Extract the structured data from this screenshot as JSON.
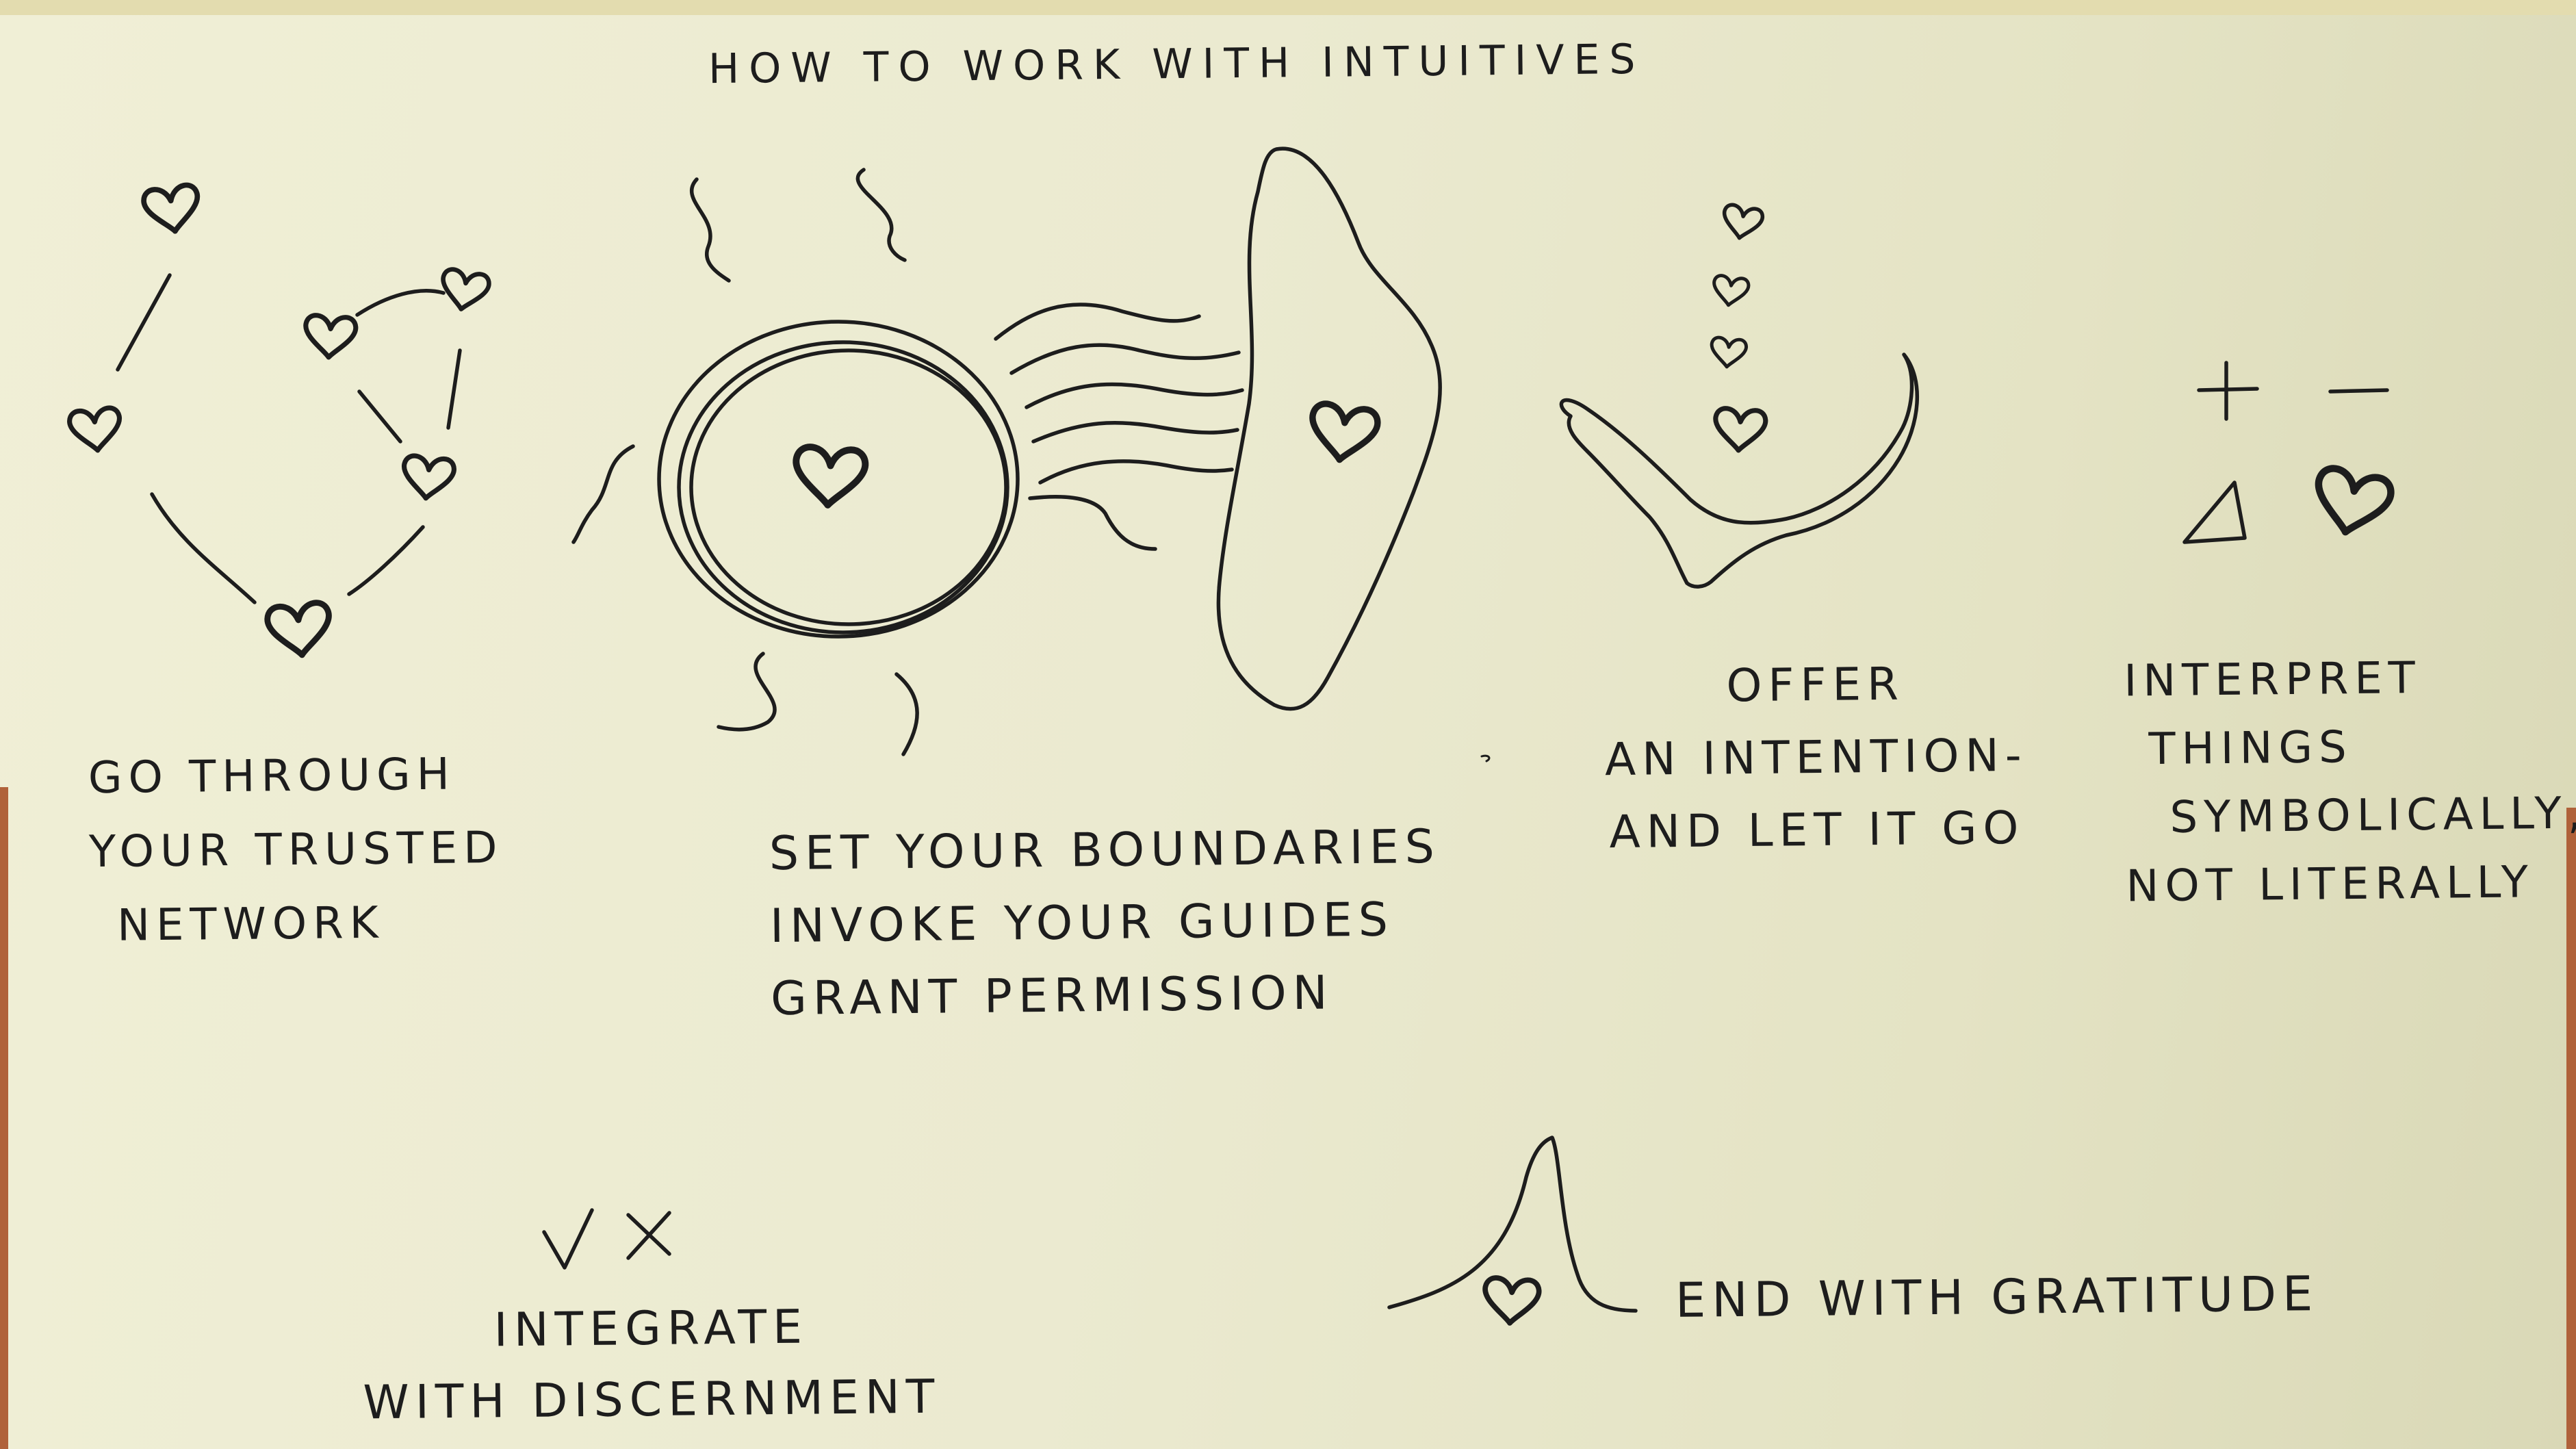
{
  "title": "HOW TO WORK WITH INTUITIVES",
  "steps": {
    "network": {
      "lines": [
        "GO THROUGH",
        "YOUR TRUSTED",
        "NETWORK"
      ]
    },
    "boundaries": {
      "lines": [
        "SET YOUR BOUNDARIES",
        "INVOKE YOUR GUIDES",
        "GRANT PERMISSION"
      ]
    },
    "intention": {
      "lines": [
        "OFFER",
        "AN INTENTION-",
        "AND LET IT GO"
      ]
    },
    "interpret": {
      "lines": [
        "INTERPRET",
        "THINGS",
        "SYMBOLICALLY,",
        "NOT LITERALLY"
      ]
    },
    "integrate": {
      "lines": [
        "INTEGRATE",
        "WITH DISCERNMENT"
      ]
    },
    "gratitude": {
      "lines": [
        "END WITH GRATITUDE"
      ]
    }
  },
  "symbols": {
    "plus": "+",
    "minus": "−",
    "check": "✓",
    "cross": "X"
  },
  "colors": {
    "paper": "#ecebd0",
    "ink": "#1d1d1d",
    "table_edge": "#b0623a"
  },
  "icons": [
    "heart-icon",
    "triangle-icon",
    "planet-with-rings-icon",
    "bowl-icon",
    "peak-icon"
  ]
}
